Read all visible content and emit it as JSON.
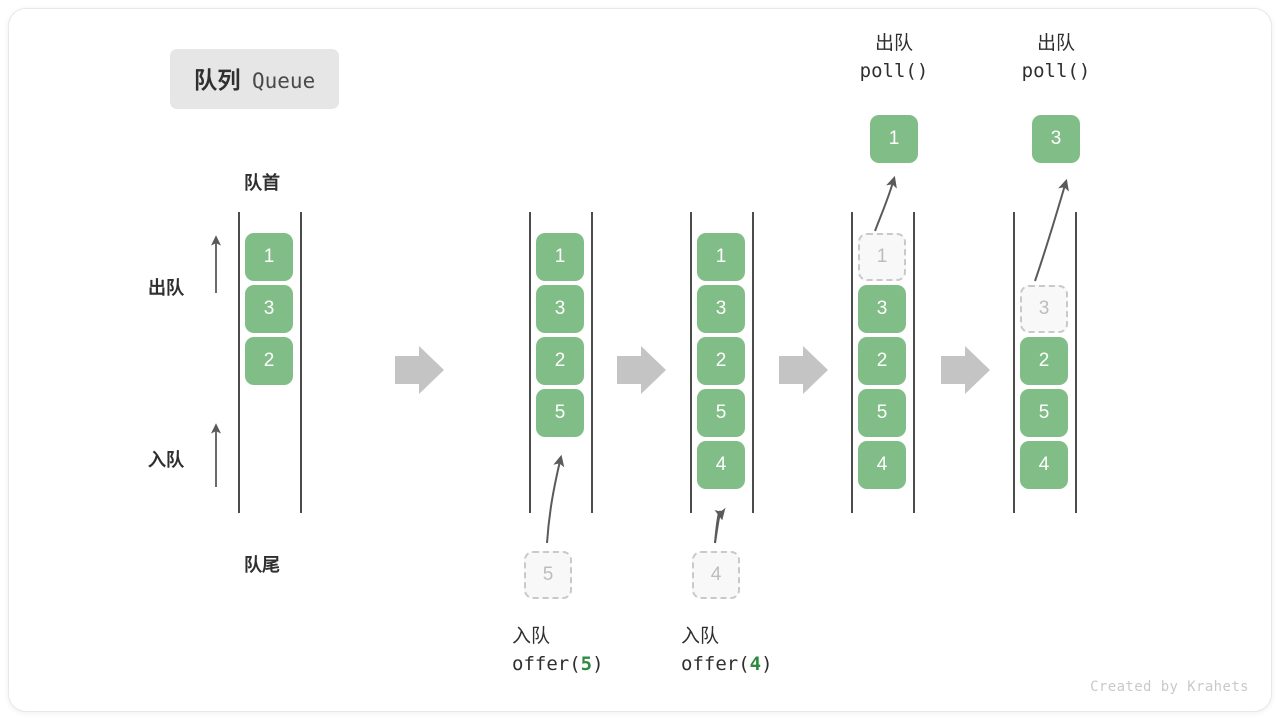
{
  "title": {
    "cn": "队列",
    "en": "Queue"
  },
  "labels": {
    "head": "队首",
    "tail": "队尾",
    "dequeue": "出队",
    "enqueue": "入队"
  },
  "credit": "Created by Krahets",
  "colors": {
    "cell_fill": "#81bd87",
    "cell_text": "#ffffff",
    "ghost_fill": "#f8f8f8",
    "ghost_border": "#c9c9c9",
    "ghost_text": "#bdbdbd",
    "rail": "#4c4c4c",
    "flow_arrow": "#c4c4c4",
    "curve_arrow": "#5a5a5a",
    "accent_green": "#2e8b43",
    "badge_bg": "#e6e6e6",
    "text": "#2f2f2f"
  },
  "columns": [
    {
      "id": "initial",
      "cells": [
        {
          "value": "1",
          "state": "filled"
        },
        {
          "value": "3",
          "state": "filled"
        },
        {
          "value": "2",
          "state": "filled"
        }
      ],
      "incoming": null,
      "popped": null,
      "caption_top": null,
      "caption_bottom": null
    },
    {
      "id": "offer-5",
      "cells": [
        {
          "value": "1",
          "state": "filled"
        },
        {
          "value": "3",
          "state": "filled"
        },
        {
          "value": "2",
          "state": "filled"
        },
        {
          "value": "5",
          "state": "filled"
        }
      ],
      "incoming": {
        "value": "5",
        "state": "ghost"
      },
      "popped": null,
      "caption_top": null,
      "caption_bottom": {
        "cn": "入队",
        "fn_prefix": "offer(",
        "arg": "5",
        "fn_suffix": ")"
      }
    },
    {
      "id": "offer-4",
      "cells": [
        {
          "value": "1",
          "state": "filled"
        },
        {
          "value": "3",
          "state": "filled"
        },
        {
          "value": "2",
          "state": "filled"
        },
        {
          "value": "5",
          "state": "filled"
        },
        {
          "value": "4",
          "state": "filled"
        }
      ],
      "incoming": {
        "value": "4",
        "state": "ghost"
      },
      "popped": null,
      "caption_top": null,
      "caption_bottom": {
        "cn": "入队",
        "fn_prefix": "offer(",
        "arg": "4",
        "fn_suffix": ")"
      }
    },
    {
      "id": "poll-1",
      "cells": [
        {
          "value": "1",
          "state": "ghost"
        },
        {
          "value": "3",
          "state": "filled"
        },
        {
          "value": "2",
          "state": "filled"
        },
        {
          "value": "5",
          "state": "filled"
        },
        {
          "value": "4",
          "state": "filled"
        }
      ],
      "incoming": null,
      "popped": {
        "value": "1"
      },
      "caption_top": {
        "cn": "出队",
        "fn": "poll()"
      },
      "caption_bottom": null
    },
    {
      "id": "poll-3",
      "cells": [
        {
          "value": "",
          "state": "empty"
        },
        {
          "value": "3",
          "state": "ghost"
        },
        {
          "value": "2",
          "state": "filled"
        },
        {
          "value": "5",
          "state": "filled"
        },
        {
          "value": "4",
          "state": "filled"
        }
      ],
      "incoming": null,
      "popped": {
        "value": "3"
      },
      "caption_top": {
        "cn": "出队",
        "fn": "poll()"
      },
      "caption_bottom": null
    }
  ]
}
